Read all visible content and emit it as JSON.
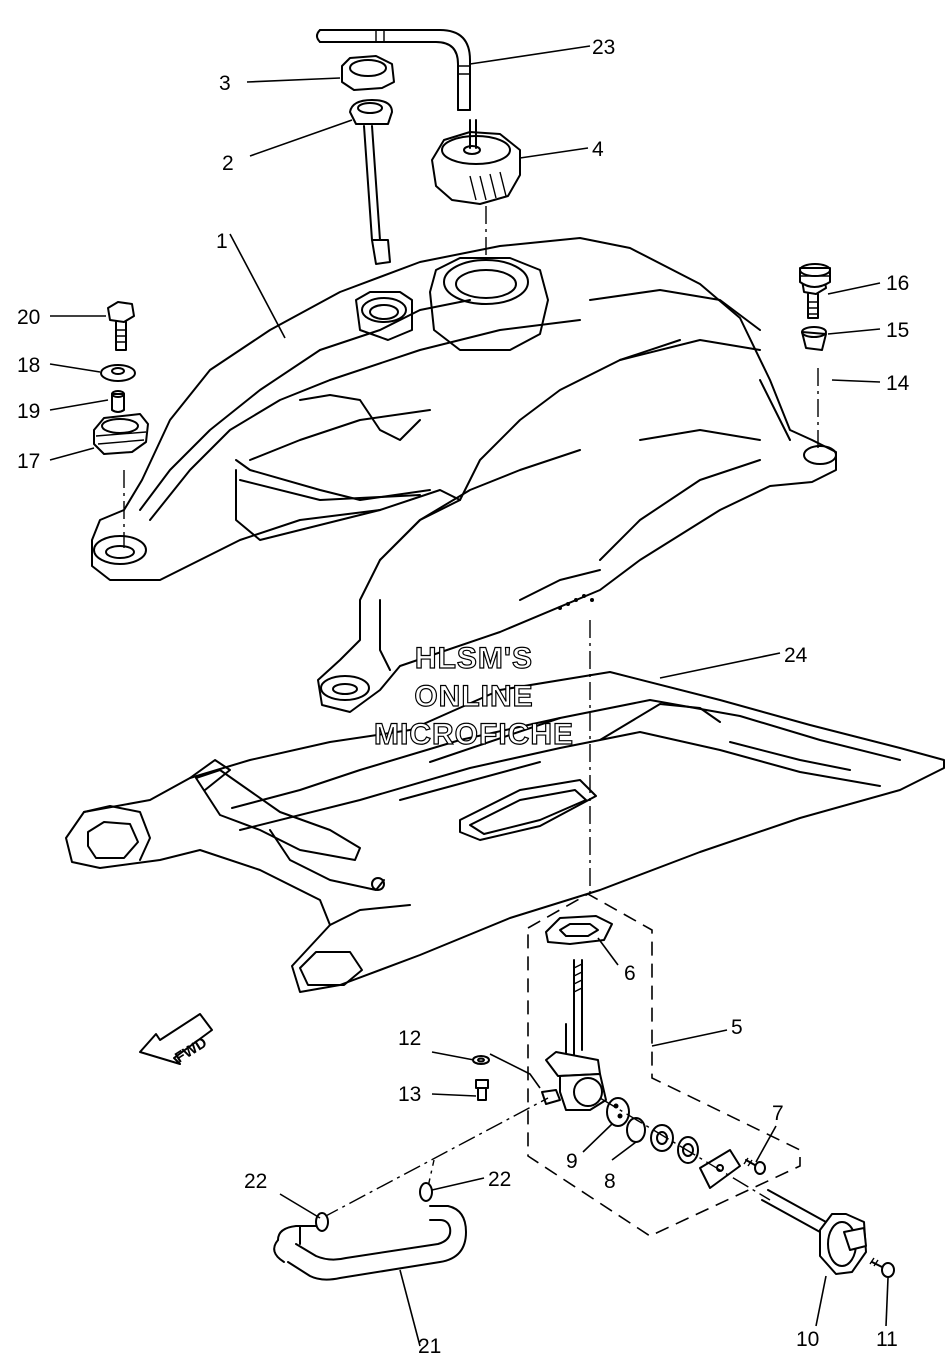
{
  "diagram": {
    "callouts": [
      {
        "id": "1",
        "label": "1"
      },
      {
        "id": "2",
        "label": "2"
      },
      {
        "id": "3",
        "label": "3"
      },
      {
        "id": "4",
        "label": "4"
      },
      {
        "id": "5",
        "label": "5"
      },
      {
        "id": "6",
        "label": "6"
      },
      {
        "id": "7",
        "label": "7"
      },
      {
        "id": "8",
        "label": "8"
      },
      {
        "id": "9",
        "label": "9"
      },
      {
        "id": "10",
        "label": "10"
      },
      {
        "id": "11",
        "label": "11"
      },
      {
        "id": "12",
        "label": "12"
      },
      {
        "id": "13",
        "label": "13"
      },
      {
        "id": "14",
        "label": "14"
      },
      {
        "id": "15",
        "label": "15"
      },
      {
        "id": "16",
        "label": "16"
      },
      {
        "id": "17",
        "label": "17"
      },
      {
        "id": "18",
        "label": "18"
      },
      {
        "id": "19",
        "label": "19"
      },
      {
        "id": "20",
        "label": "20"
      },
      {
        "id": "21",
        "label": "21"
      },
      {
        "id": "22a",
        "label": "22"
      },
      {
        "id": "22b",
        "label": "22"
      },
      {
        "id": "23",
        "label": "23"
      },
      {
        "id": "24",
        "label": "24"
      }
    ],
    "fwd_label": "FWD",
    "watermark": [
      "HLSM'S",
      "ONLINE",
      "MICROFICHE"
    ],
    "line_color": "#000000",
    "background": "#ffffff"
  }
}
